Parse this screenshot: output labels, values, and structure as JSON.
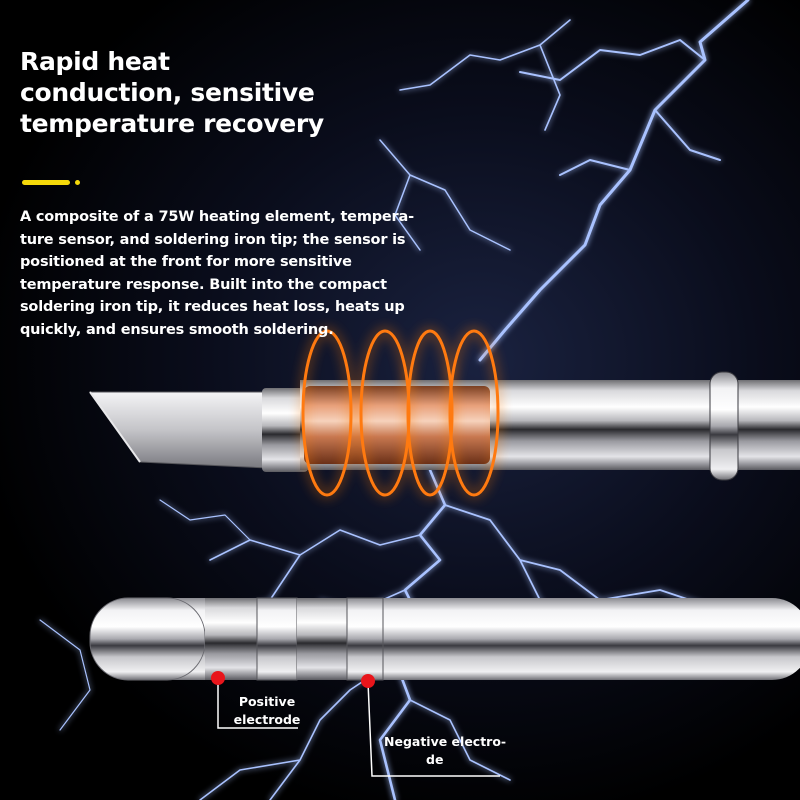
{
  "headline": {
    "lines": [
      "Rapid heat",
      "conduction, sensitive",
      "temperature recovery"
    ]
  },
  "description": {
    "lines": [
      "A composite of a 75W heating element, tempera-",
      "ture sensor, and soldering iron tip; the sensor is",
      "positioned at the front for more sensitive",
      "temperature response. Built into the compact",
      "soldering iron tip, it reduces heat loss, heats up",
      "quickly, and ensures smooth soldering."
    ]
  },
  "labels": {
    "positive": [
      "Positive",
      "electrode"
    ],
    "negative": [
      "Negative electro-",
      "de"
    ]
  },
  "colors": {
    "accent": "#f5d90a",
    "marker": "#e8151b",
    "coil": "#ff7a10",
    "lightning": "#a9c2ff",
    "text": "#ffffff"
  },
  "icons": {
    "accent": "yellow-dash-and-dot",
    "markers": "red-dot-callout"
  }
}
